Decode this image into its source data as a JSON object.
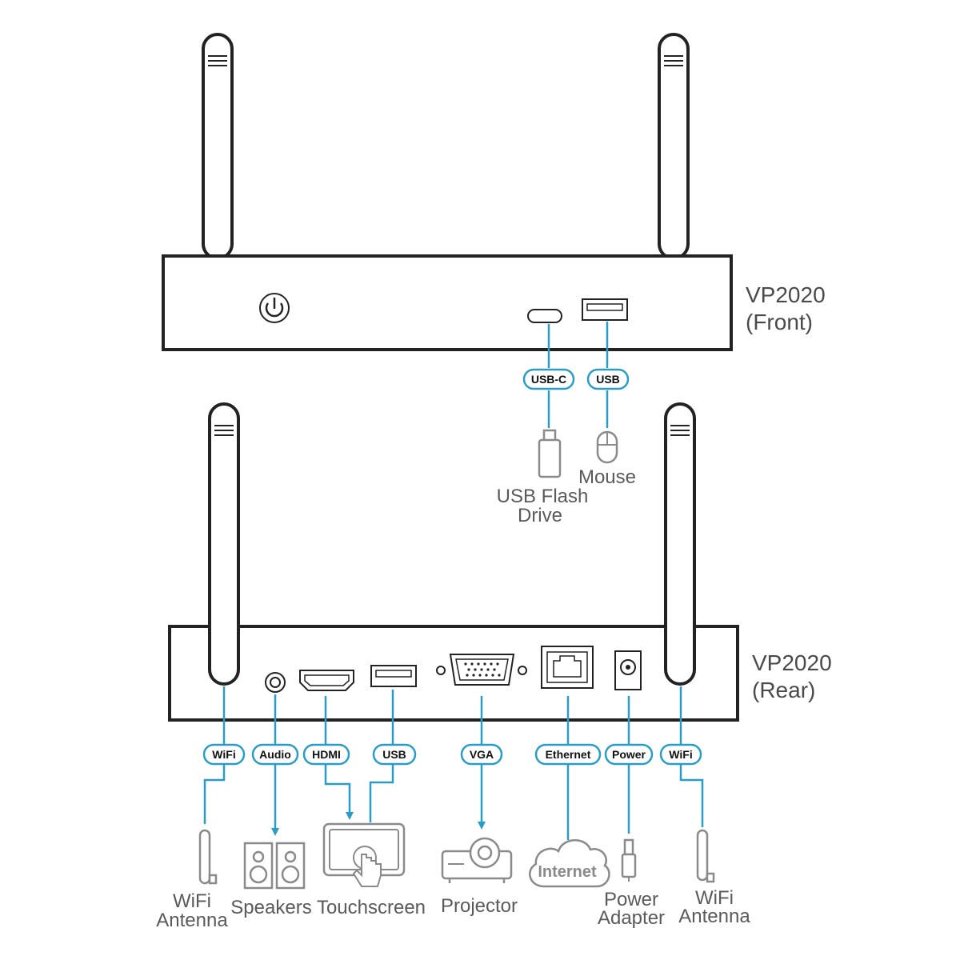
{
  "front": {
    "title_line1": "VP2020",
    "title_line2": "(Front)",
    "ports": {
      "usbc": "USB-C",
      "usb": "USB"
    },
    "devices": {
      "flash_line1": "USB Flash",
      "flash_line2": "Drive",
      "mouse": "Mouse"
    }
  },
  "rear": {
    "title_line1": "VP2020",
    "title_line2": "(Rear)",
    "ports": {
      "wifi_left": "WiFi",
      "audio": "Audio",
      "hdmi": "HDMI",
      "usb": "USB",
      "vga": "VGA",
      "ethernet": "Ethernet",
      "power": "Power",
      "wifi_right": "WiFi"
    },
    "devices": {
      "wifi_antenna_left_line1": "WiFi",
      "wifi_antenna_left_line2": "Antenna",
      "speakers": "Speakers",
      "touchscreen": "Touchscreen",
      "projector": "Projector",
      "internet": "Internet",
      "power_adapter_line1": "Power",
      "power_adapter_line2": "Adapter",
      "wifi_antenna_right_line1": "WiFi",
      "wifi_antenna_right_line2": "Antenna"
    }
  },
  "colors": {
    "connector": "#2a9cc8",
    "device_outline": "#222222",
    "peripheral_outline": "#8a8a8a",
    "label_text": "#5a5a5a"
  }
}
